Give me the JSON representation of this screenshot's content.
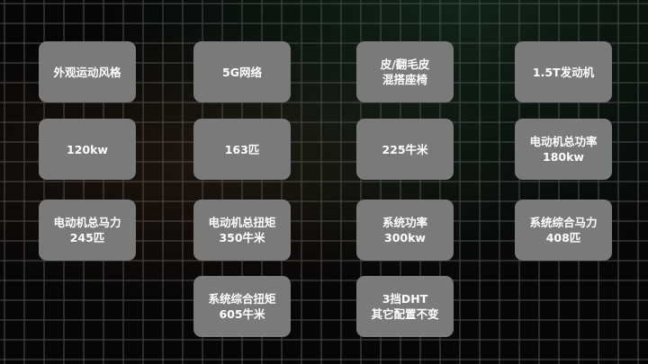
{
  "cards": [
    {
      "lines": [
        "外观运动风格"
      ]
    },
    {
      "lines": [
        "5G网络"
      ]
    },
    {
      "lines": [
        "皮/翻毛皮",
        "混搭座椅"
      ]
    },
    {
      "lines": [
        "1.5T发动机"
      ]
    },
    {
      "lines": [
        "120kw"
      ]
    },
    {
      "lines": [
        "163匹"
      ]
    },
    {
      "lines": [
        "225牛米"
      ]
    },
    {
      "lines": [
        "电动机总功率",
        "180kw"
      ]
    },
    {
      "lines": [
        "电动机总马力",
        "245匹"
      ]
    },
    {
      "lines": [
        "电动机总扭矩",
        "350牛米"
      ]
    },
    {
      "lines": [
        "系统功率",
        "300kw"
      ]
    },
    {
      "lines": [
        "系统综合马力",
        "408匹"
      ]
    },
    {
      "lines": [
        "系统综合扭矩",
        "605牛米"
      ]
    },
    {
      "lines": [
        "3挡DHT",
        "其它配置不变"
      ]
    }
  ]
}
